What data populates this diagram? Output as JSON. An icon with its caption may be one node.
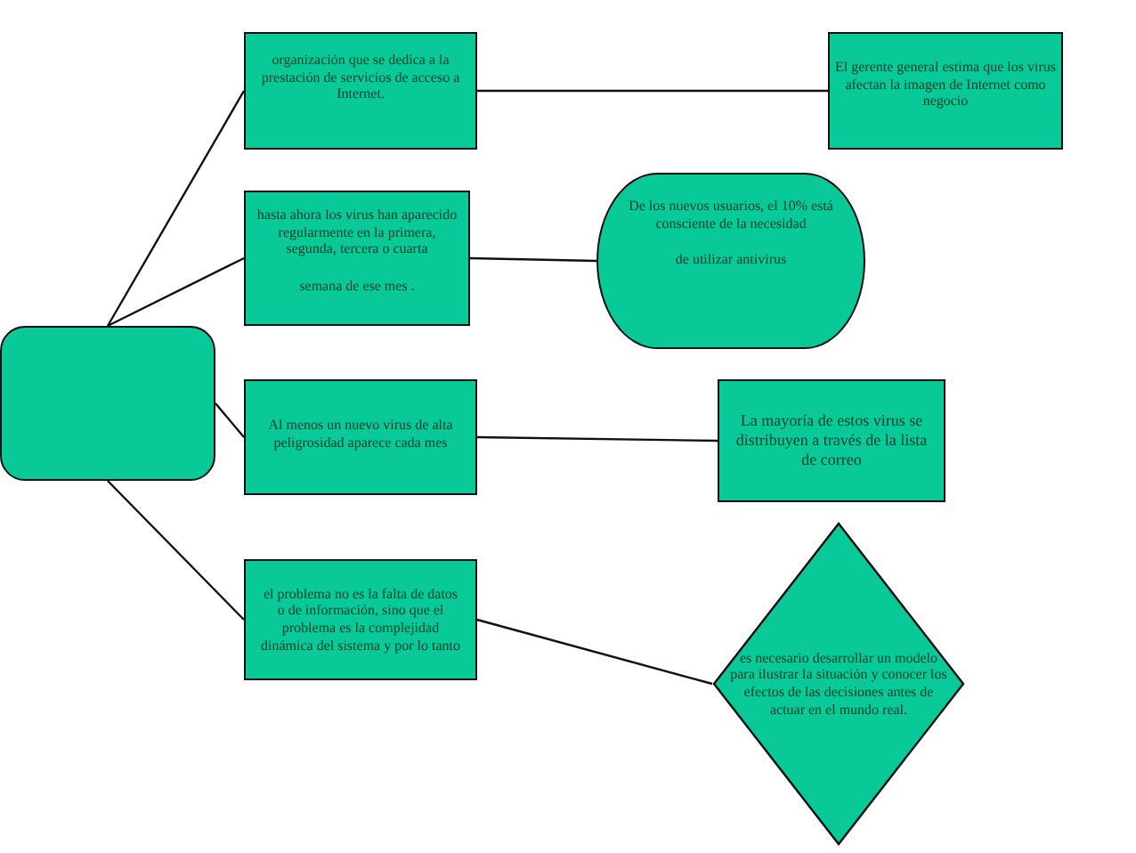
{
  "diagram": {
    "nodes": [
      {
        "text": [],
        "shape": "box"
      },
      {
        "text": [
          "organización que se dedica a la prestación de servicios de acceso a Internet."
        ]
      },
      {
        "text": [
          "El gerente general estima que los virus afectan la imagen de Internet como negocio"
        ]
      },
      {
        "text": [
          "hasta ahora los virus han aparecido regularmente en la primera, segunda, tercera o cuarta",
          "semana de ese mes ."
        ]
      },
      {
        "text": [
          "De los nuevos usuarios, el 10% está consciente de la necesidad",
          "de utilizar antivirus"
        ]
      },
      {
        "text": [
          "Al menos un nuevo virus de alta peligrosidad aparece cada mes"
        ]
      },
      {
        "text": [
          "La mayoría de estos virus se distribuyen a través de la lista de correo"
        ]
      },
      {
        "text": [
          "el problema no es la falta de datos o de información, sino que el problema es la complejidad dinámica del sistema y por lo tanto"
        ]
      },
      {
        "text": [
          "es necesario desarrollar un modelo para ilustrar la situación y conocer los efectos de las decisiones antes de actuar en el mundo real."
        ]
      }
    ],
    "edges": [
      {
        "from": 0,
        "to": 1,
        "arrow": "none"
      },
      {
        "from": 0,
        "to": 3,
        "arrow": "none"
      },
      {
        "from": 0,
        "to": 5,
        "arrow": "none"
      },
      {
        "from": 0,
        "to": 7,
        "arrow": "none"
      },
      {
        "from": 1,
        "to": 2,
        "arrow": "none"
      },
      {
        "from": 3,
        "to": 4,
        "arrow": "none"
      },
      {
        "from": 5,
        "to": 6,
        "arrow": "none"
      },
      {
        "from": 7,
        "to": 8,
        "arrow": "none"
      }
    ]
  }
}
